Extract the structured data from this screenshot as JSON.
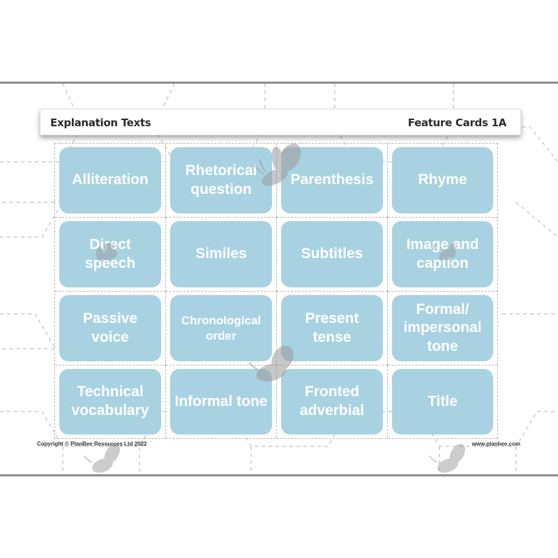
{
  "header": {
    "title": "Explanation Texts",
    "card_set": "Feature Cards 1A"
  },
  "cards": [
    [
      "Alliteration",
      "Rhetorical question",
      "Parenthesis",
      "Rhyme"
    ],
    [
      "Direct speech",
      "Similes",
      "Subtitles",
      "Image and caption"
    ],
    [
      "Passive voice",
      "Chronological order",
      "Present tense",
      "Formal/ impersonal tone"
    ],
    [
      "Technical vocabulary",
      "Informal tone",
      "Fronted adverbial",
      "Title"
    ]
  ],
  "footer": {
    "copyright": "Copyright © PlanBee Resources Ltd 2022",
    "website": "www.planbee.com"
  },
  "colors": {
    "card": "#a8d2e2",
    "card_text": "#ffffff",
    "frame": "#8c8c8c"
  },
  "icons": [
    "bee-watermark-icon"
  ]
}
